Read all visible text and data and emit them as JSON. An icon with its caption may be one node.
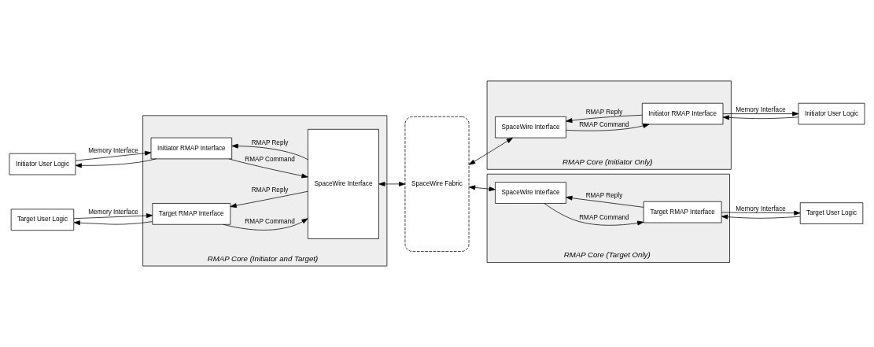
{
  "diagram": {
    "nodes": [
      {
        "text": [
          "RMAP Core (Initiator and Target)"
        ]
      },
      {
        "text": [
          "Initiator User Logic"
        ]
      },
      {
        "text": [
          "Initiator RMAP Interface"
        ],
        "in": 0
      },
      {
        "text": [
          "SpaceWire Interface"
        ],
        "in": 0
      },
      {
        "text": [
          "Target User Logic"
        ]
      },
      {
        "text": [
          "Target RMAP Interface"
        ],
        "in": 0
      },
      {
        "text": [
          "SpaceWire Fabric"
        ]
      },
      {
        "text": [
          "RMAP Core (Initiator Only)"
        ]
      },
      {
        "text": [
          "SpaceWire Interface"
        ],
        "in": 7
      },
      {
        "text": [
          "Initiator RMAP Interface"
        ],
        "in": 7
      },
      {
        "text": [
          "Initiator User Logic"
        ]
      },
      {
        "text": [
          "RMAP Core (Target Only)"
        ]
      },
      {
        "text": [
          "SpaceWire Interface"
        ],
        "in": 11
      },
      {
        "text": [
          "Target RMAP Interface"
        ],
        "in": 11
      },
      {
        "text": [
          "Target User Logic"
        ]
      }
    ],
    "edges": [
      {
        "from": 1,
        "to": 2,
        "arrow": "to",
        "label": "Memory Interface"
      },
      {
        "from": 2,
        "to": 1,
        "arrow": "to"
      },
      {
        "from": 2,
        "to": 3,
        "arrow": "to",
        "label": "RMAP Command"
      },
      {
        "from": 3,
        "to": 2,
        "arrow": "to",
        "label": "RMAP Reply"
      },
      {
        "from": 4,
        "to": 5,
        "arrow": "to",
        "label": "Memory Interface"
      },
      {
        "from": 5,
        "to": 4,
        "arrow": "to"
      },
      {
        "from": 5,
        "to": 3,
        "arrow": "to",
        "label": "RMAP Command"
      },
      {
        "from": 3,
        "to": 5,
        "arrow": "to",
        "label": "RMAP Reply"
      },
      {
        "from": 3,
        "to": 6,
        "arrow": "both"
      },
      {
        "from": 6,
        "to": 8,
        "arrow": "both"
      },
      {
        "from": 8,
        "to": 9,
        "arrow": "to",
        "label": "RMAP Command"
      },
      {
        "from": 9,
        "to": 8,
        "arrow": "to",
        "label": "RMAP Reply"
      },
      {
        "from": 9,
        "to": 10,
        "arrow": "to",
        "label": "Memory Interface"
      },
      {
        "from": 10,
        "to": 9,
        "arrow": "to"
      },
      {
        "from": 6,
        "to": 12,
        "arrow": "both"
      },
      {
        "from": 12,
        "to": 13,
        "arrow": "to",
        "label": "RMAP Command"
      },
      {
        "from": 13,
        "to": 12,
        "arrow": "to",
        "label": "RMAP Reply"
      },
      {
        "from": 13,
        "to": 14,
        "arrow": "to",
        "label": "Memory Interface"
      },
      {
        "from": 14,
        "to": 13,
        "arrow": "to"
      }
    ]
  }
}
